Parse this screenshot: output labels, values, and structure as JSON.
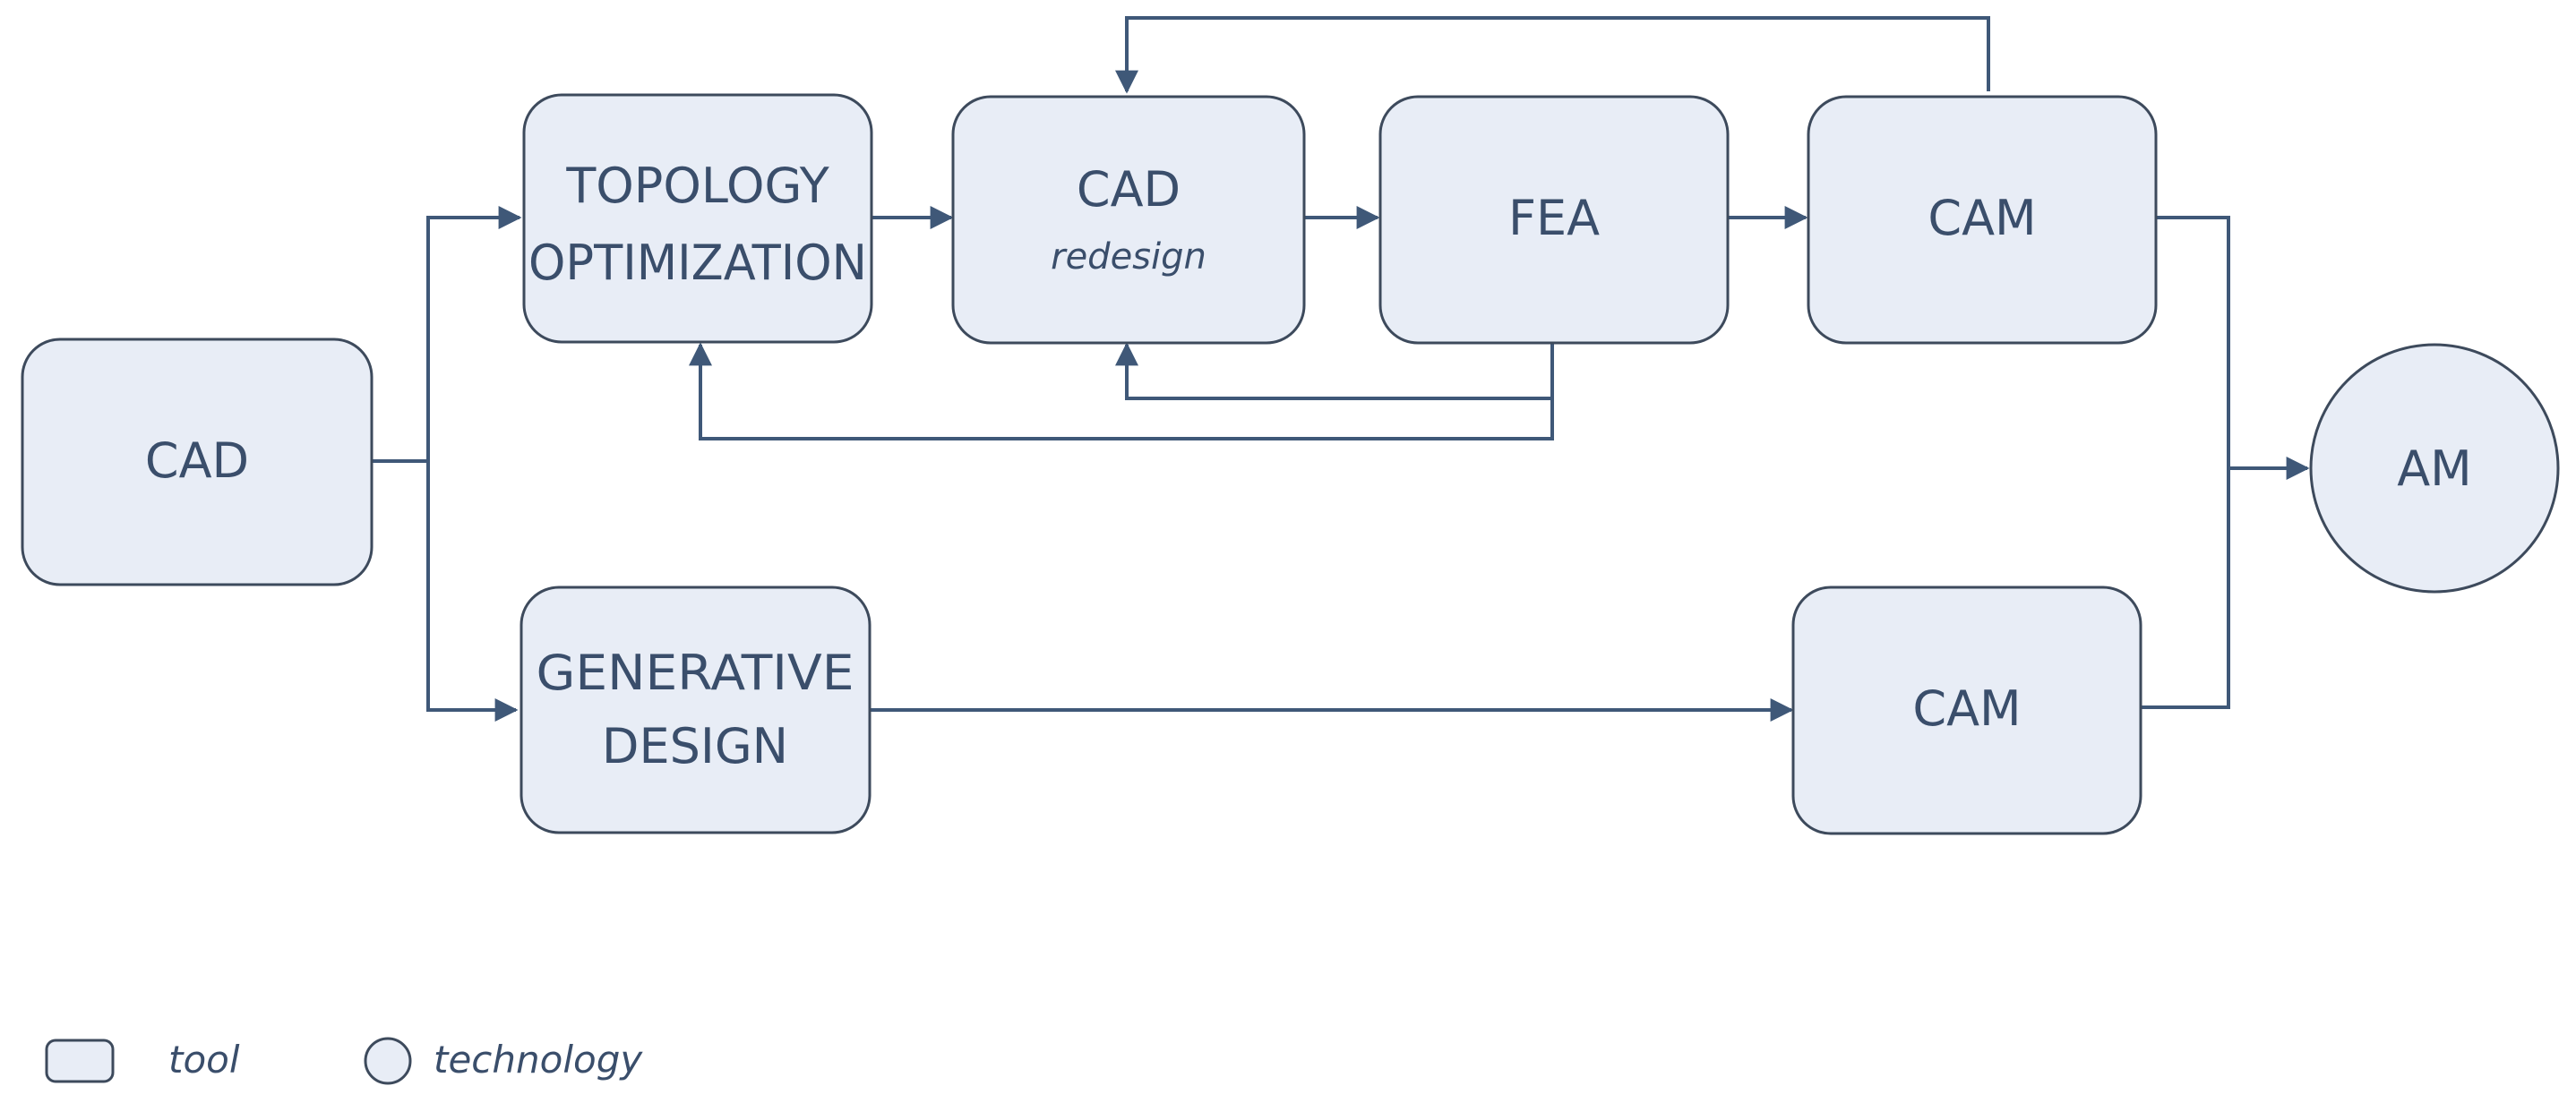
{
  "nodes": {
    "cad": {
      "label": "CAD"
    },
    "topology": {
      "line1": "TOPOLOGY",
      "line2": "OPTIMIZATION"
    },
    "cad_redesign": {
      "label": "CAD",
      "sub": "redesign"
    },
    "fea": {
      "label": "FEA"
    },
    "cam_top": {
      "label": "CAM"
    },
    "generative": {
      "line1": "GENERATIVE",
      "line2": "DESIGN"
    },
    "cam_bottom": {
      "label": "CAM"
    },
    "am": {
      "label": "AM"
    }
  },
  "legend": {
    "tool_label": "tool",
    "technology_label": "technology"
  },
  "colors": {
    "node_fill": "#e8edf6",
    "node_stroke": "#3d4a5c",
    "connector": "#3f5878",
    "text": "#3a4e6b"
  }
}
